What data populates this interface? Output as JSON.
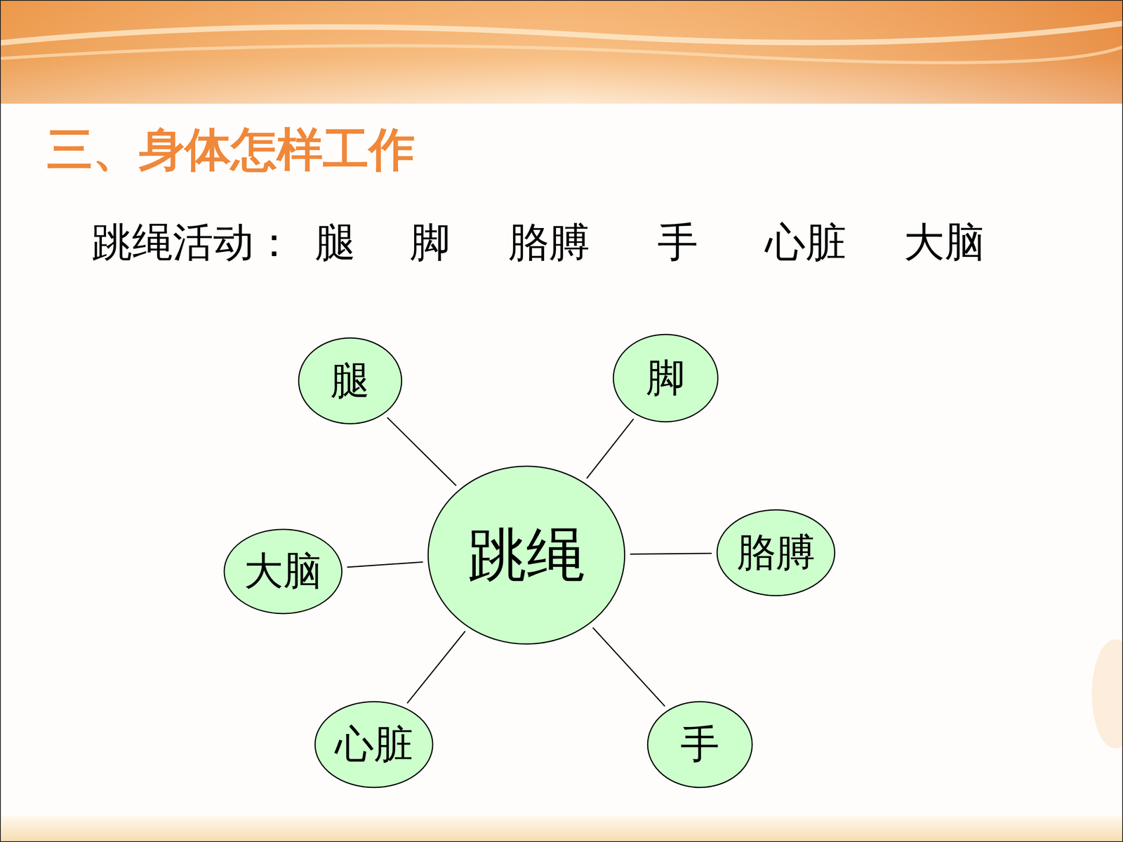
{
  "diagram": {
    "title": "三、身体怎样工作",
    "nodes": [
      {
        "text": [
          "腿"
        ]
      },
      {
        "text": [
          "脚"
        ]
      },
      {
        "text": [
          "大脑"
        ]
      },
      {
        "text": [
          "跳绳"
        ]
      },
      {
        "text": [
          "胳膊"
        ]
      },
      {
        "text": [
          "心脏"
        ]
      },
      {
        "text": [
          "手"
        ]
      }
    ],
    "edges": [
      {
        "from": 3,
        "to": 0,
        "arrow": "none"
      },
      {
        "from": 3,
        "to": 1,
        "arrow": "none"
      },
      {
        "from": 3,
        "to": 2,
        "arrow": "none"
      },
      {
        "from": 3,
        "to": 4,
        "arrow": "none"
      },
      {
        "from": 3,
        "to": 5,
        "arrow": "none"
      },
      {
        "from": 3,
        "to": 6,
        "arrow": "none"
      }
    ],
    "labels": [
      "跳绳活动：",
      "腿",
      "脚",
      "胳膊",
      "手",
      "心脏",
      "大脑"
    ]
  }
}
